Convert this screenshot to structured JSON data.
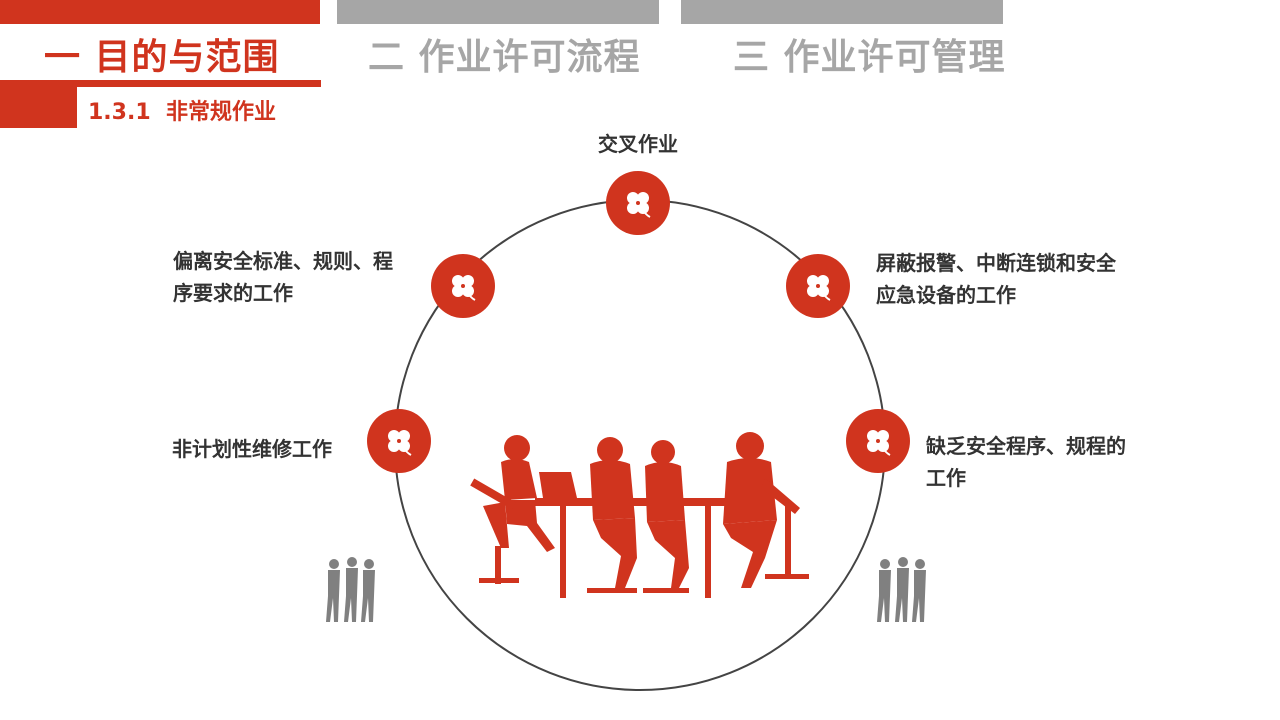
{
  "colors": {
    "accent": "#d0341e",
    "inactive": "#a6a6a6",
    "text": "#333333",
    "figure": "#808080"
  },
  "nav": {
    "tabs": [
      {
        "label": "一 目的与范围",
        "active": true
      },
      {
        "label": "二 作业许可流程",
        "active": false
      },
      {
        "label": "三 作业许可管理",
        "active": false
      }
    ]
  },
  "section": {
    "number": "1.3.1",
    "title": "非常规作业"
  },
  "items": [
    {
      "lines": [
        "交叉作业"
      ],
      "icon": "clover-icon"
    },
    {
      "lines": [
        "屏蔽报警、中断连锁和安全",
        "应急设备的工作"
      ],
      "icon": "clover-icon"
    },
    {
      "lines": [
        "缺乏安全程序、规程的",
        "工作"
      ],
      "icon": "clover-icon"
    },
    {
      "lines": [
        "偏离安全标准、规则、程",
        "序要求的工作"
      ],
      "icon": "clover-icon"
    },
    {
      "lines": [
        "非计划性维修工作"
      ],
      "icon": "clover-icon"
    }
  ],
  "illustration": {
    "icon": "meeting-silhouette-icon",
    "side_icon": "people-silhouette-icon"
  }
}
